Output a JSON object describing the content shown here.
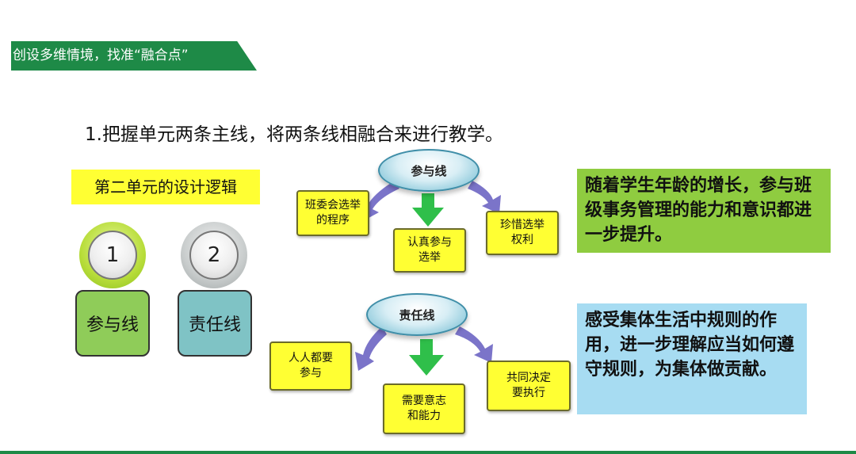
{
  "banner": {
    "title": "创设多维情境，找准“融合点”"
  },
  "heading": "1.把握单元两条主线，将两条线相融合来进行教学。",
  "logic_label": "第二单元的设计逻辑",
  "circles": [
    {
      "number": "1"
    },
    {
      "number": "2"
    }
  ],
  "lines": [
    {
      "label": "参与线"
    },
    {
      "label": "责任线"
    }
  ],
  "participation": {
    "title": "参与线",
    "items": [
      "班委会选举的程序",
      "认真参与选举",
      "珍惜选举权利"
    ]
  },
  "responsibility": {
    "title": "责任线",
    "items": [
      "人人都要参与",
      "需要意志和能力",
      "共同决定要执行"
    ]
  },
  "notes": [
    "随着学生年龄的增长，参与班级事务管理的能力和意识都进一步提升。",
    "感受集体生活中规则的作用，进一步理解应当如何遵守规则，为集体做贡献。"
  ],
  "colors": {
    "banner": "#1e8a47",
    "yellow": "#ffff33",
    "green_box": "#8fcc59",
    "teal_box": "#7fc3c5",
    "arrow_purple": "#7b74c9",
    "arrow_green": "#2fbf4a",
    "note_green": "#8fcc40",
    "note_blue": "#a7dcf2"
  }
}
